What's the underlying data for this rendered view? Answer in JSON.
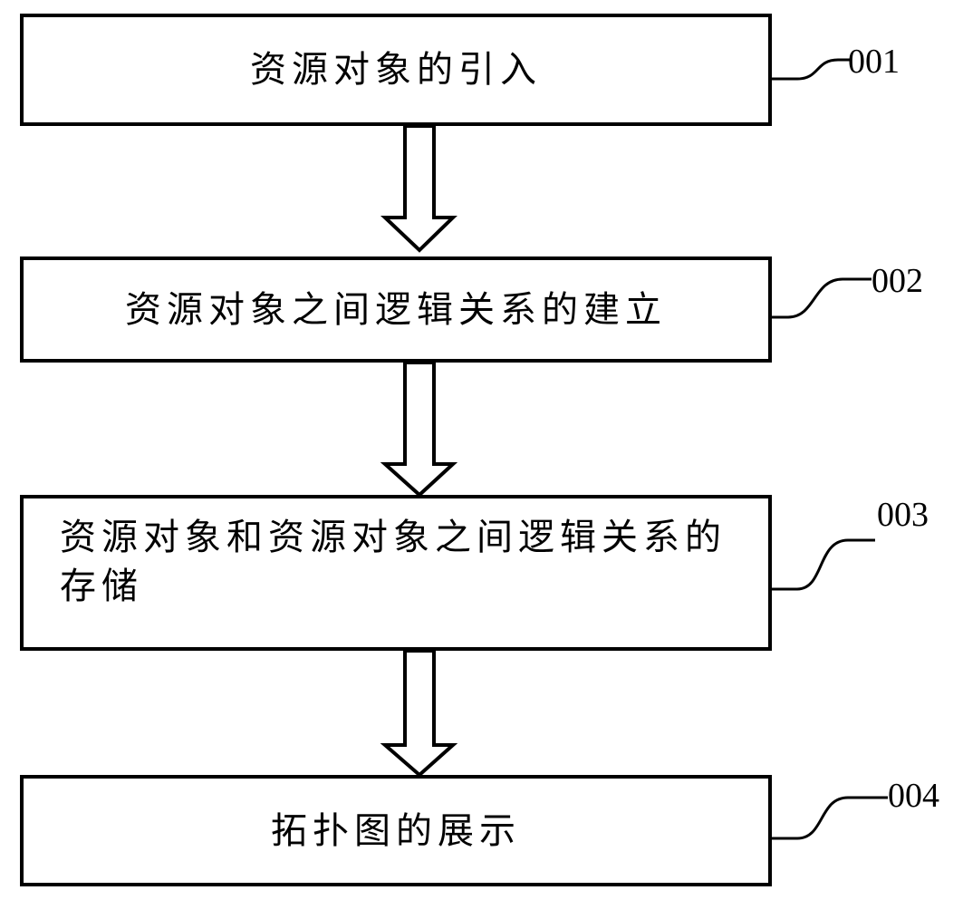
{
  "steps": [
    {
      "id": "001",
      "text": "资源对象的引入"
    },
    {
      "id": "002",
      "text": "资源对象之间逻辑关系的建立"
    },
    {
      "id": "003",
      "text": "资源对象和资源对象之间逻辑关系的存储"
    },
    {
      "id": "004",
      "text": "拓扑图的展示"
    }
  ],
  "colors": {
    "stroke": "#000000",
    "background": "#ffffff"
  }
}
